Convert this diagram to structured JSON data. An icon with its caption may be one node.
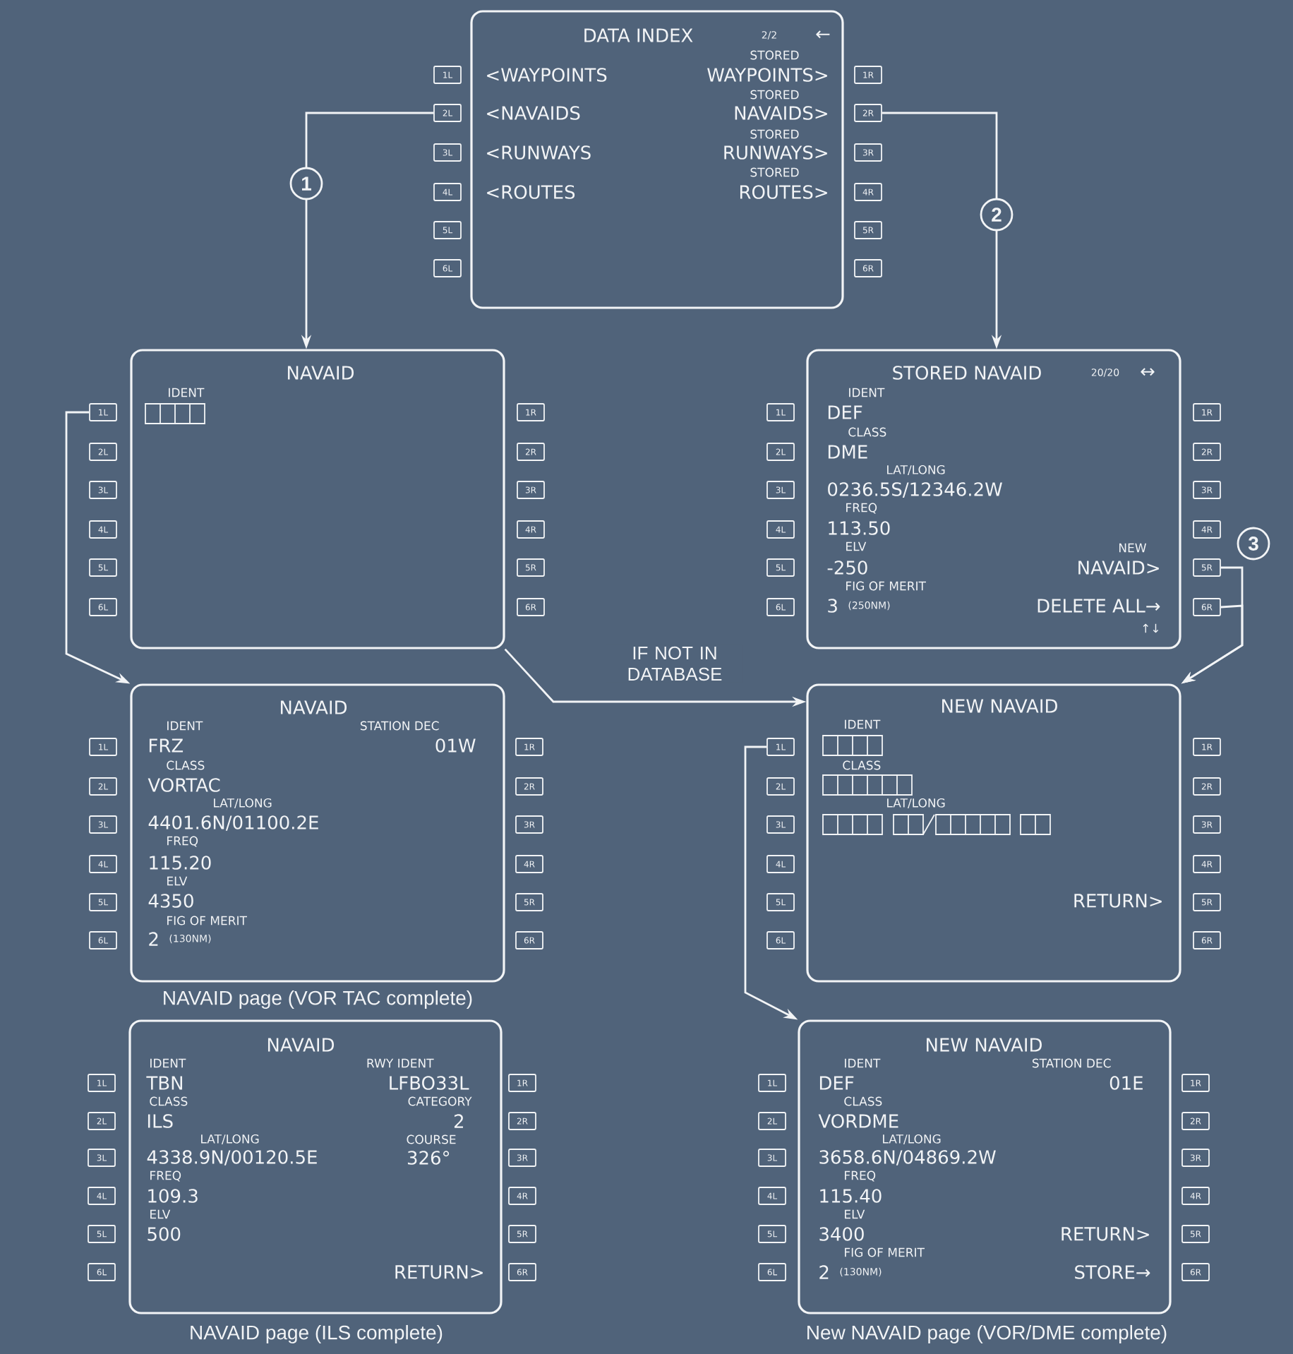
{
  "diagram": {
    "nodes": [
      {
        "text": [
          "DATA INDEX",
          "2/2",
          "←",
          "STORED",
          "<WAYPOINTS",
          "WAYPOINTS>",
          "STORED",
          "<NAVAIDS",
          "NAVAIDS>",
          "STORED",
          "<RUNWAYS",
          "RUNWAYS>",
          "STORED",
          "<ROUTES",
          "ROUTES>"
        ]
      },
      {
        "text": [
          "NAVAID",
          "IDENT"
        ]
      },
      {
        "text": [
          "STORED NAVAID",
          "20/20",
          "↔",
          "IDENT",
          "DEF",
          "CLASS",
          "DME",
          "LAT/LONG",
          "0236.5S/12346.2W",
          "FREQ",
          "113.50",
          "ELV",
          "NEW",
          "-250",
          "NAVAID>",
          "FIG OF MERIT",
          "3",
          "(250NM)",
          "DELETE ALL→",
          "↑↓"
        ]
      },
      {
        "text": [
          "NAVAID",
          "IDENT",
          "STATION DEC",
          "FRZ",
          "01W",
          "CLASS",
          "VORTAC",
          "LAT/LONG",
          "4401.6N/01100.2E",
          "FREQ",
          "115.20",
          "ELV",
          "4350",
          "FIG OF MERIT",
          "2",
          "(130NM)"
        ],
        "beside": [
          "NAVAID page (VOR TAC complete)"
        ]
      },
      {
        "text": [
          "NEW NAVAID",
          "IDENT",
          "CLASS",
          "LAT/LONG",
          "RETURN>"
        ]
      },
      {
        "text": [
          "NAVAID",
          "IDENT",
          "RWY IDENT",
          "TBN",
          "LFBO33L",
          "CLASS",
          "CATEGORY",
          "ILS",
          "2",
          "LAT/LONG",
          "COURSE",
          "4338.9N/00120.5E",
          "326°",
          "FREQ",
          "109.3",
          "ELV",
          "500",
          "RETURN>"
        ],
        "beside": [
          "NAVAID page (ILS complete)"
        ]
      },
      {
        "text": [
          "NEW NAVAID",
          "IDENT",
          "STATION DEC",
          "DEF",
          "01E",
          "CLASS",
          "VORDME",
          "LAT/LONG",
          "3658.6N/04869.2W",
          "FREQ",
          "115.40",
          "ELV",
          "3400",
          "RETURN>",
          "FIG OF MERIT",
          "2",
          "(130NM)",
          "STORE→"
        ],
        "beside": [
          "New NAVAID page (VOR/DME complete)"
        ]
      },
      {
        "text": [
          "1L"
        ]
      },
      {
        "text": [
          "2L"
        ]
      },
      {
        "text": [
          "3L"
        ]
      },
      {
        "text": [
          "4L"
        ]
      },
      {
        "text": [
          "5L"
        ]
      },
      {
        "text": [
          "6L"
        ]
      },
      {
        "text": [
          "1R"
        ]
      },
      {
        "text": [
          "2R"
        ]
      },
      {
        "text": [
          "3R"
        ]
      },
      {
        "text": [
          "4R"
        ]
      },
      {
        "text": [
          "5R"
        ]
      },
      {
        "text": [
          "6R"
        ]
      },
      {
        "text": [
          "1L"
        ]
      },
      {
        "text": [
          "2L"
        ]
      },
      {
        "text": [
          "3L"
        ]
      },
      {
        "text": [
          "4L"
        ]
      },
      {
        "text": [
          "5L"
        ]
      },
      {
        "text": [
          "6L"
        ]
      },
      {
        "text": [
          "1R"
        ]
      },
      {
        "text": [
          "2R"
        ]
      },
      {
        "text": [
          "3R"
        ]
      },
      {
        "text": [
          "4R"
        ]
      },
      {
        "text": [
          "5R"
        ]
      },
      {
        "text": [
          "6R"
        ]
      },
      {
        "text": [
          "1L"
        ]
      },
      {
        "text": [
          "2L"
        ]
      },
      {
        "text": [
          "3L"
        ]
      },
      {
        "text": [
          "4L"
        ]
      },
      {
        "text": [
          "5L"
        ]
      },
      {
        "text": [
          "6L"
        ]
      },
      {
        "text": [
          "1R"
        ]
      },
      {
        "text": [
          "2R"
        ]
      },
      {
        "text": [
          "3R"
        ]
      },
      {
        "text": [
          "4R"
        ]
      },
      {
        "text": [
          "5R"
        ]
      },
      {
        "text": [
          "6R"
        ]
      },
      {
        "text": [
          "1L"
        ]
      },
      {
        "text": [
          "2L"
        ]
      },
      {
        "text": [
          "3L"
        ]
      },
      {
        "text": [
          "4L"
        ]
      },
      {
        "text": [
          "5L"
        ]
      },
      {
        "text": [
          "6L"
        ]
      },
      {
        "text": [
          "1R"
        ]
      },
      {
        "text": [
          "2R"
        ]
      },
      {
        "text": [
          "3R"
        ]
      },
      {
        "text": [
          "4R"
        ]
      },
      {
        "text": [
          "5R"
        ]
      },
      {
        "text": [
          "6R"
        ]
      },
      {
        "text": [
          "1L"
        ]
      },
      {
        "text": [
          "2L"
        ]
      },
      {
        "text": [
          "3L"
        ]
      },
      {
        "text": [
          "4L"
        ]
      },
      {
        "text": [
          "5L"
        ]
      },
      {
        "text": [
          "6L"
        ]
      },
      {
        "text": [
          "1R"
        ]
      },
      {
        "text": [
          "2R"
        ]
      },
      {
        "text": [
          "3R"
        ]
      },
      {
        "text": [
          "4R"
        ]
      },
      {
        "text": [
          "5R"
        ]
      },
      {
        "text": [
          "6R"
        ]
      },
      {
        "text": [
          "1L"
        ]
      },
      {
        "text": [
          "2L"
        ]
      },
      {
        "text": [
          "3L"
        ]
      },
      {
        "text": [
          "4L"
        ]
      },
      {
        "text": [
          "5L"
        ]
      },
      {
        "text": [
          "6L"
        ]
      },
      {
        "text": [
          "1R"
        ]
      },
      {
        "text": [
          "2R"
        ]
      },
      {
        "text": [
          "3R"
        ]
      },
      {
        "text": [
          "4R"
        ]
      },
      {
        "text": [
          "5R"
        ]
      },
      {
        "text": [
          "6R"
        ]
      },
      {
        "text": [
          "1L"
        ]
      },
      {
        "text": [
          "2L"
        ]
      },
      {
        "text": [
          "3L"
        ]
      },
      {
        "text": [
          "4L"
        ]
      },
      {
        "text": [
          "5L"
        ]
      },
      {
        "text": [
          "6L"
        ]
      },
      {
        "text": [
          "1R"
        ]
      },
      {
        "text": [
          "2R"
        ]
      },
      {
        "text": [
          "3R"
        ]
      },
      {
        "text": [
          "4R"
        ]
      },
      {
        "text": [
          "5R"
        ]
      },
      {
        "text": [
          "6R"
        ]
      }
    ],
    "edges": [
      {
        "from": 8,
        "to": 1,
        "arrow": "to",
        "label": "1"
      },
      {
        "from": 14,
        "to": 2,
        "arrow": "to",
        "label": "2"
      },
      {
        "from": 19,
        "to": 3,
        "arrow": "to"
      },
      {
        "from": 1,
        "to": 4,
        "arrow": "to",
        "label": "IF NOT IN DATABASE"
      },
      {
        "from": 41,
        "to": 4,
        "arrow": "to",
        "label": "3"
      },
      {
        "from": 42,
        "to": 4,
        "arrow": "to"
      },
      {
        "from": 55,
        "to": 6,
        "arrow": "to"
      }
    ]
  }
}
